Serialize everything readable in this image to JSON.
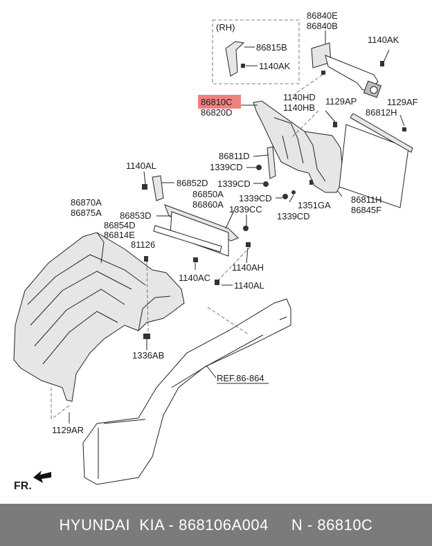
{
  "labels": {
    "rh": "(RH)",
    "l86815B": "86815B",
    "l1140AK_rh": "1140AK",
    "l86840E": "86840E",
    "l86840B": "86840B",
    "l1140AK": "1140AK",
    "l86810C": "86810C",
    "l86820D": "86820D",
    "l1140HD": "1140HD",
    "l1140HB": "1140HB",
    "l1129AP": "1129AP",
    "l1129AF": "1129AF",
    "l86812H": "86812H",
    "l86811D": "86811D",
    "l1339CD_a": "1339CD",
    "l1339CD_b": "1339CD",
    "l1339CD_c": "1339CD",
    "l1339CD_d": "1339CD",
    "l1351GA": "1351GA",
    "l86811H": "86811H",
    "l86845F": "86845F",
    "l1140AL_top": "1140AL",
    "l86852D": "86852D",
    "l86850A": "86850A",
    "l86860A": "86860A",
    "l86870A": "86870A",
    "l86875A": "86875A",
    "l86853D": "86853D",
    "l1339CC": "1339CC",
    "l86854D": "86854D",
    "l86814E": "86814E",
    "l81126": "81126",
    "l1140AH": "1140AH",
    "l1140AC": "1140AC",
    "l1140AL": "1140AL",
    "l1336AB": "1336AB",
    "ref": "REF.86-864",
    "l1129AR": "1129AR",
    "fr": "FR."
  },
  "highlight": {
    "part": "86810C",
    "color": "#f08080"
  },
  "footer": {
    "text": "HYUNDAI  KIA - 868106A004     N - 86810C"
  }
}
